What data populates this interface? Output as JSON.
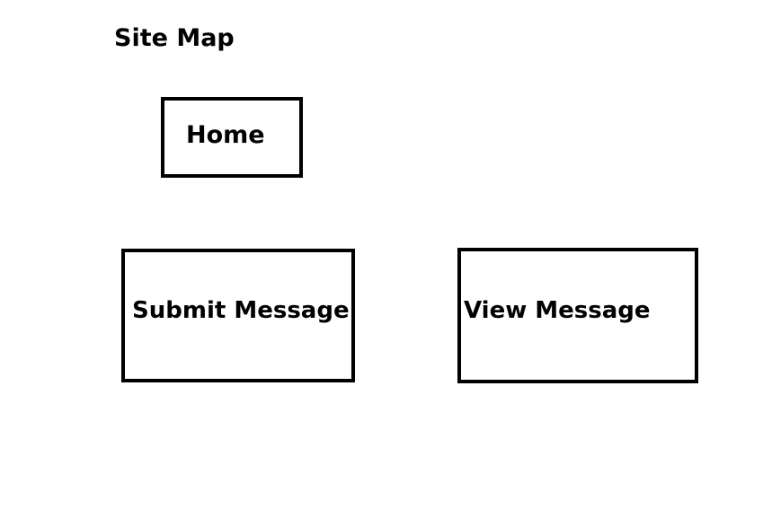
{
  "diagram": {
    "title": "Site Map",
    "nodes": [
      {
        "id": "home",
        "label": "Home"
      },
      {
        "id": "submit",
        "label": "Submit Message"
      },
      {
        "id": "view",
        "label": "View Message"
      }
    ],
    "colors": {
      "background": "#ffffff",
      "stroke": "#000000",
      "text": "#000000"
    }
  }
}
